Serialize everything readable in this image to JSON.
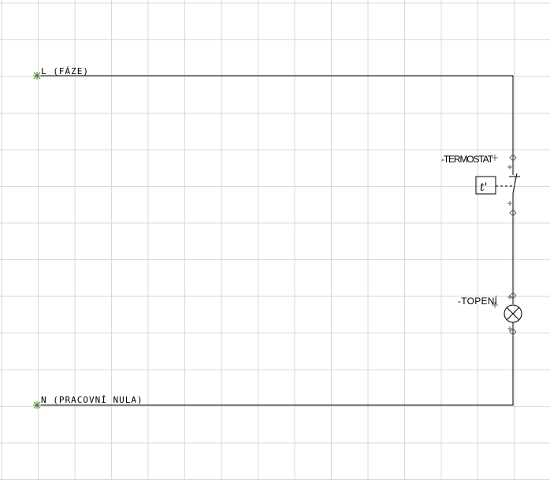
{
  "diagram": {
    "nodes": {
      "phase": "L (FÁZE)",
      "neutral": "N (PRACOVNÍ NULA)"
    },
    "components": [
      {
        "tag": "-TERMOSTAT",
        "symbol": "t'"
      },
      {
        "tag": "-TOPENÍ"
      }
    ],
    "colors": {
      "grid": "#d9d9d9",
      "wire": "#000000",
      "node": "#4a7a20"
    }
  }
}
